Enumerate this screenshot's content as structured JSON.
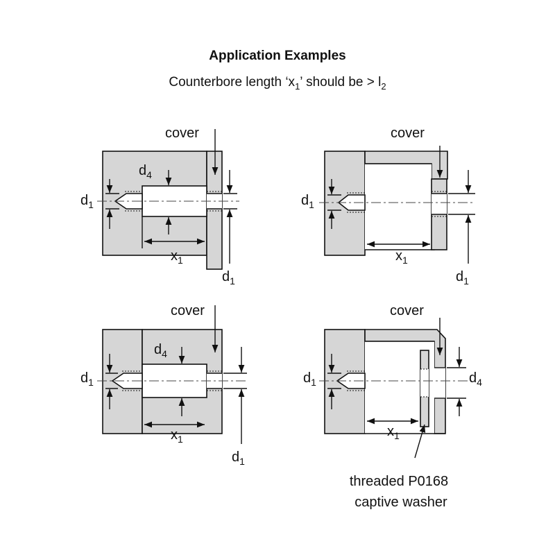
{
  "title": "Application Examples",
  "subtitle": {
    "prefix": "Counterbore length ‘x",
    "sub": "1",
    "middle": "’ should be  > l",
    "sub2": "2"
  },
  "panels": [
    {
      "cover_label": "cover",
      "d4": {
        "base": "d",
        "sub": "4"
      },
      "x1": {
        "base": "x",
        "sub": "1"
      },
      "d1_left": {
        "base": "d",
        "sub": "1"
      },
      "d1_right": {
        "base": "d",
        "sub": "1"
      }
    },
    {
      "cover_label": "cover",
      "x1": {
        "base": "x",
        "sub": "1"
      },
      "d1_left": {
        "base": "d",
        "sub": "1"
      },
      "d1_right": {
        "base": "d",
        "sub": "1"
      }
    },
    {
      "cover_label": "cover",
      "d4": {
        "base": "d",
        "sub": "4"
      },
      "x1": {
        "base": "x",
        "sub": "1"
      },
      "d1_left": {
        "base": "d",
        "sub": "1"
      },
      "d1_right": {
        "base": "d",
        "sub": "1"
      }
    },
    {
      "cover_label": "cover",
      "x1": {
        "base": "x",
        "sub": "1"
      },
      "d1_left": {
        "base": "d",
        "sub": "1"
      },
      "d4": {
        "base": "d",
        "sub": "4"
      },
      "washer_caption_line1": "threaded P0168",
      "washer_caption_line2": "captive washer"
    }
  ]
}
